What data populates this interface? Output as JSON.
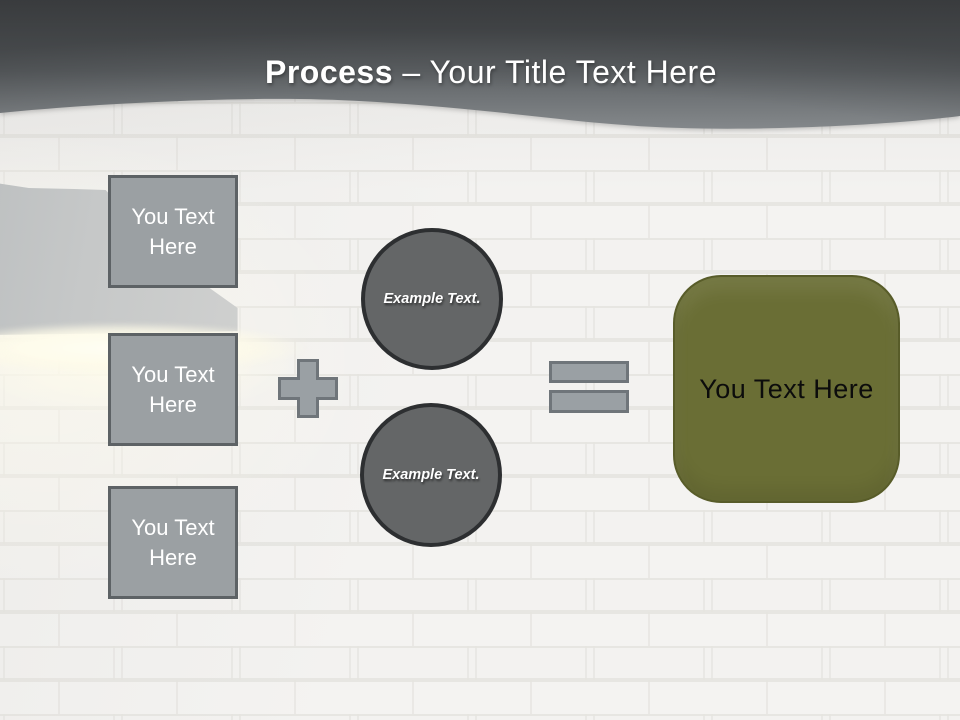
{
  "slide": {
    "title": {
      "bold": "Process",
      "rest": "– Your Title Text Here"
    }
  },
  "diagram": {
    "input_boxes": [
      {
        "label": "You Text Here"
      },
      {
        "label": "You Text Here"
      },
      {
        "label": "You Text Here"
      }
    ],
    "operators": [
      {
        "icon": "plus-icon",
        "meaning": "plus"
      },
      {
        "icon": "equals-icon",
        "meaning": "equals"
      }
    ],
    "circles": [
      {
        "label": "Example Text."
      },
      {
        "label": "Example Text."
      }
    ],
    "result_box": {
      "label": "You Text Here"
    }
  },
  "colors": {
    "header_top": "#494c4f",
    "header_bottom": "#83878a",
    "shape_gray": "#9ba0a3",
    "shape_gray_border": "#5d6265",
    "circle_fill": "#646667",
    "circle_border": "#2d2f31",
    "result_fill": "#6a6e35",
    "result_border": "#585c29",
    "wall": "#f2f1ef",
    "title_text": "#ffffff"
  }
}
